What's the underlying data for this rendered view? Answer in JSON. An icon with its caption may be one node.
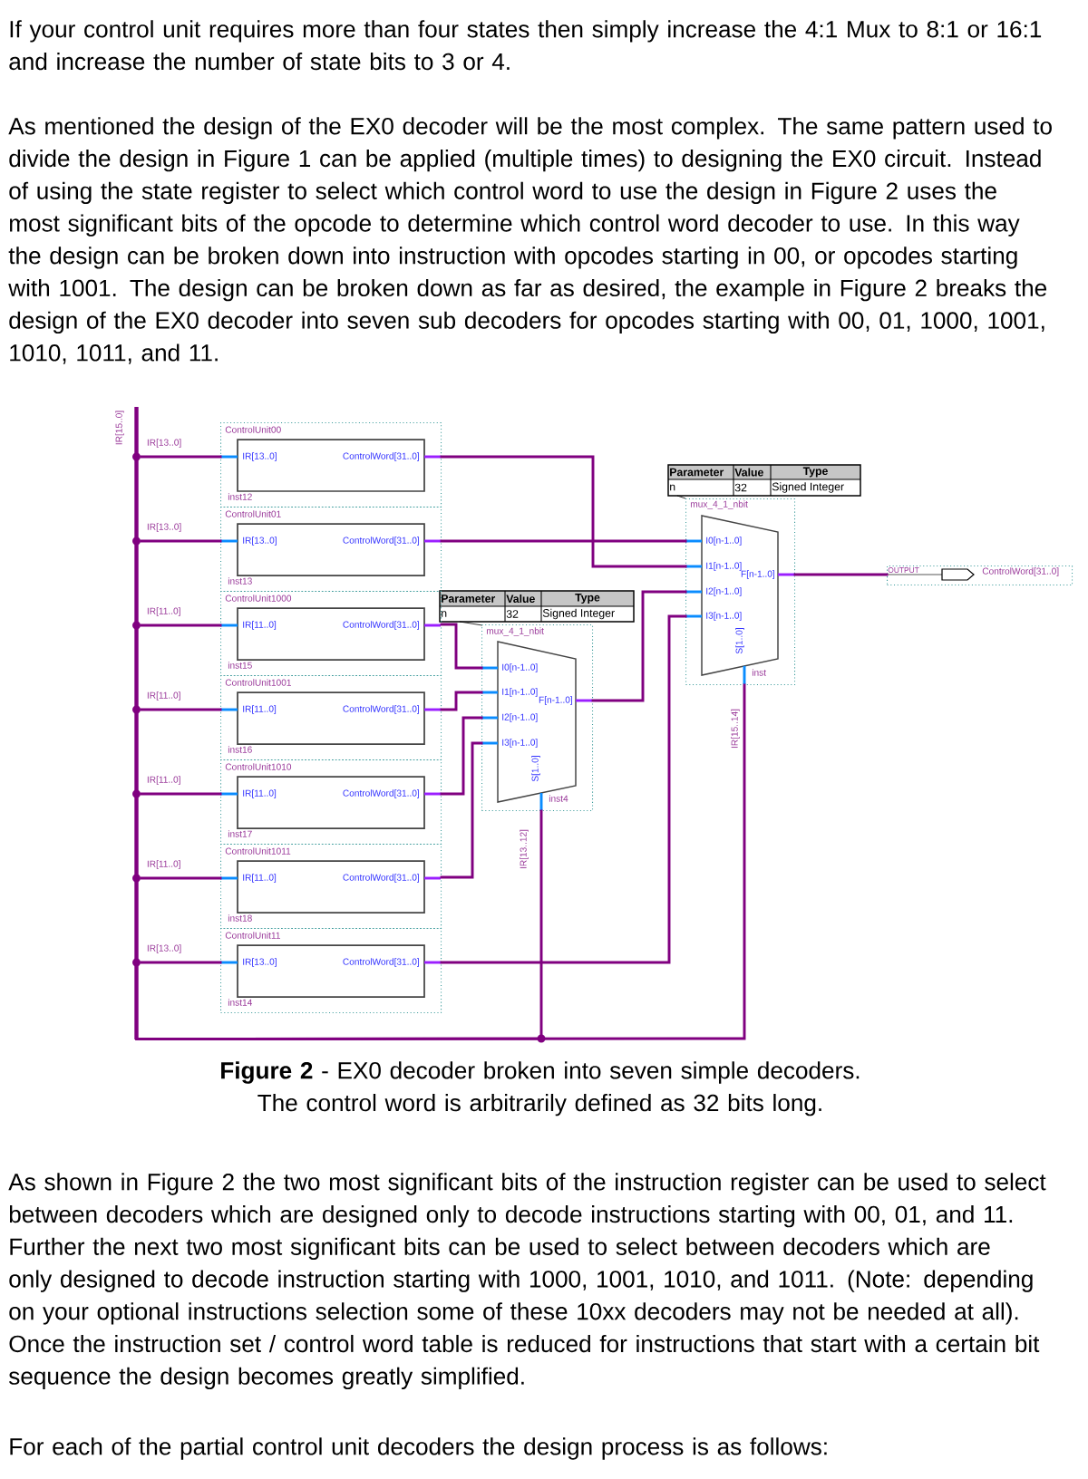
{
  "diagram": {
    "caption": "**Figure 2** - EX0 decoder broken into seven simple decoders. The control word is arbitrarily defined as 32 bits long.",
    "nodes": [
      {
        "text": [
          "ControlUnit00",
          "IR[13..0]",
          "ControlWord[31..0]",
          "inst12"
        ]
      },
      {
        "text": [
          "ControlUnit01",
          "IR[13..0]",
          "ControlWord[31..0]",
          "inst13"
        ]
      },
      {
        "text": [
          "ControlUnit1000",
          "IR[11..0]",
          "ControlWord[31..0]",
          "inst15"
        ]
      },
      {
        "text": [
          "ControlUnit1001",
          "IR[11..0]",
          "ControlWord[31..0]",
          "inst16"
        ]
      },
      {
        "text": [
          "ControlUnit1010",
          "IR[11..0]",
          "ControlWord[31..0]",
          "inst17"
        ]
      },
      {
        "text": [
          "ControlUnit1011",
          "IR[11..0]",
          "ControlWord[31..0]",
          "inst18"
        ]
      },
      {
        "text": [
          "ControlUnit11",
          "IR[13..0]",
          "ControlWord[31..0]",
          "inst14"
        ]
      },
      {
        "text": [
          "mux_4_1_nbit",
          "I0[n-1..0]",
          "I1[n-1..0]",
          "I2[n-1..0]",
          "I3[n-1..0]",
          "F[n-1..0]",
          "S[1..0]",
          "inst4"
        ]
      },
      {
        "text": [
          "mux_4_1_nbit",
          "I0[n-1..0]",
          "I1[n-1..0]",
          "I2[n-1..0]",
          "I3[n-1..0]",
          "F[n-1..0]",
          "S[1..0]",
          "inst"
        ]
      },
      {
        "text": [
          "OUTPUT",
          "ControlWord[31..0]"
        ]
      },
      {
        "text": [],
        "shape": "bar",
        "beside": [
          "IR[15..0]"
        ]
      }
    ],
    "edges": [
      {
        "from": 10,
        "to": 0,
        "arrow": "none",
        "label": "IR[13..0]"
      },
      {
        "from": 10,
        "to": 1,
        "arrow": "none",
        "label": "IR[13..0]"
      },
      {
        "from": 10,
        "to": 2,
        "arrow": "none",
        "label": "IR[11..0]"
      },
      {
        "from": 10,
        "to": 3,
        "arrow": "none",
        "label": "IR[11..0]"
      },
      {
        "from": 10,
        "to": 4,
        "arrow": "none",
        "label": "IR[11..0]"
      },
      {
        "from": 10,
        "to": 5,
        "arrow": "none",
        "label": "IR[11..0]"
      },
      {
        "from": 10,
        "to": 6,
        "arrow": "none",
        "label": "IR[13..0]"
      },
      {
        "from": 10,
        "to": 7,
        "arrow": "none",
        "label": "IR[13..12]"
      },
      {
        "from": 10,
        "to": 8,
        "arrow": "none",
        "label": "IR[15..14]"
      },
      {
        "from": 0,
        "to": 8,
        "arrow": "none"
      },
      {
        "from": 1,
        "to": 8,
        "arrow": "none"
      },
      {
        "from": 2,
        "to": 7,
        "arrow": "none"
      },
      {
        "from": 3,
        "to": 7,
        "arrow": "none"
      },
      {
        "from": 4,
        "to": 7,
        "arrow": "none"
      },
      {
        "from": 5,
        "to": 7,
        "arrow": "none"
      },
      {
        "from": 7,
        "to": 8,
        "arrow": "none"
      },
      {
        "from": 6,
        "to": 8,
        "arrow": "none"
      },
      {
        "from": 8,
        "to": 9,
        "arrow": "none"
      }
    ],
    "labels": [
      "If your control unit requires more than four states then simply increase the 4:1 Mux to 8:1 or 16:1 and increase the number of state bits to 3 or 4.",
      "As mentioned the design of the EX0 decoder will be the most complex. The same pattern used to divide the design in Figure 1 can be applied (multiple times) to designing the EX0 circuit. Instead of using the state register to select which control word to use the design in Figure 2 uses the most significant bits of the opcode to determine which control word decoder to use. In this way the design can be broken down into instruction with opcodes starting in 00, or opcodes starting with 1001. The design can be broken down as far as desired, the example in Figure 2 breaks the design of the EX0 decoder into seven sub decoders for opcodes starting with 00, 01, 1000, 1001, 1010, 1011, and 11.",
      "Parameter",
      "Value",
      "Type",
      "n",
      "32",
      "Signed Integer",
      "Parameter",
      "Value",
      "Type",
      "n",
      "32",
      "Signed Integer",
      "As shown in Figure 2 the two most significant bits of the instruction register can be used to select between decoders which are designed only to decode instructions starting with 00, 01, and 11. Further the next two most significant bits can be used to select between decoders which are only designed to decode instruction starting with 1000, 1001, 1010, and 1011. (Note: depending on your optional instructions selection some of these 10xx decoders may not be needed at all). Once the instruction set / control word table is reduced for instructions that start with a certain bit sequence the design becomes greatly simplified.",
      "For each of the partial control unit decoders the design process is as follows:"
    ]
  }
}
